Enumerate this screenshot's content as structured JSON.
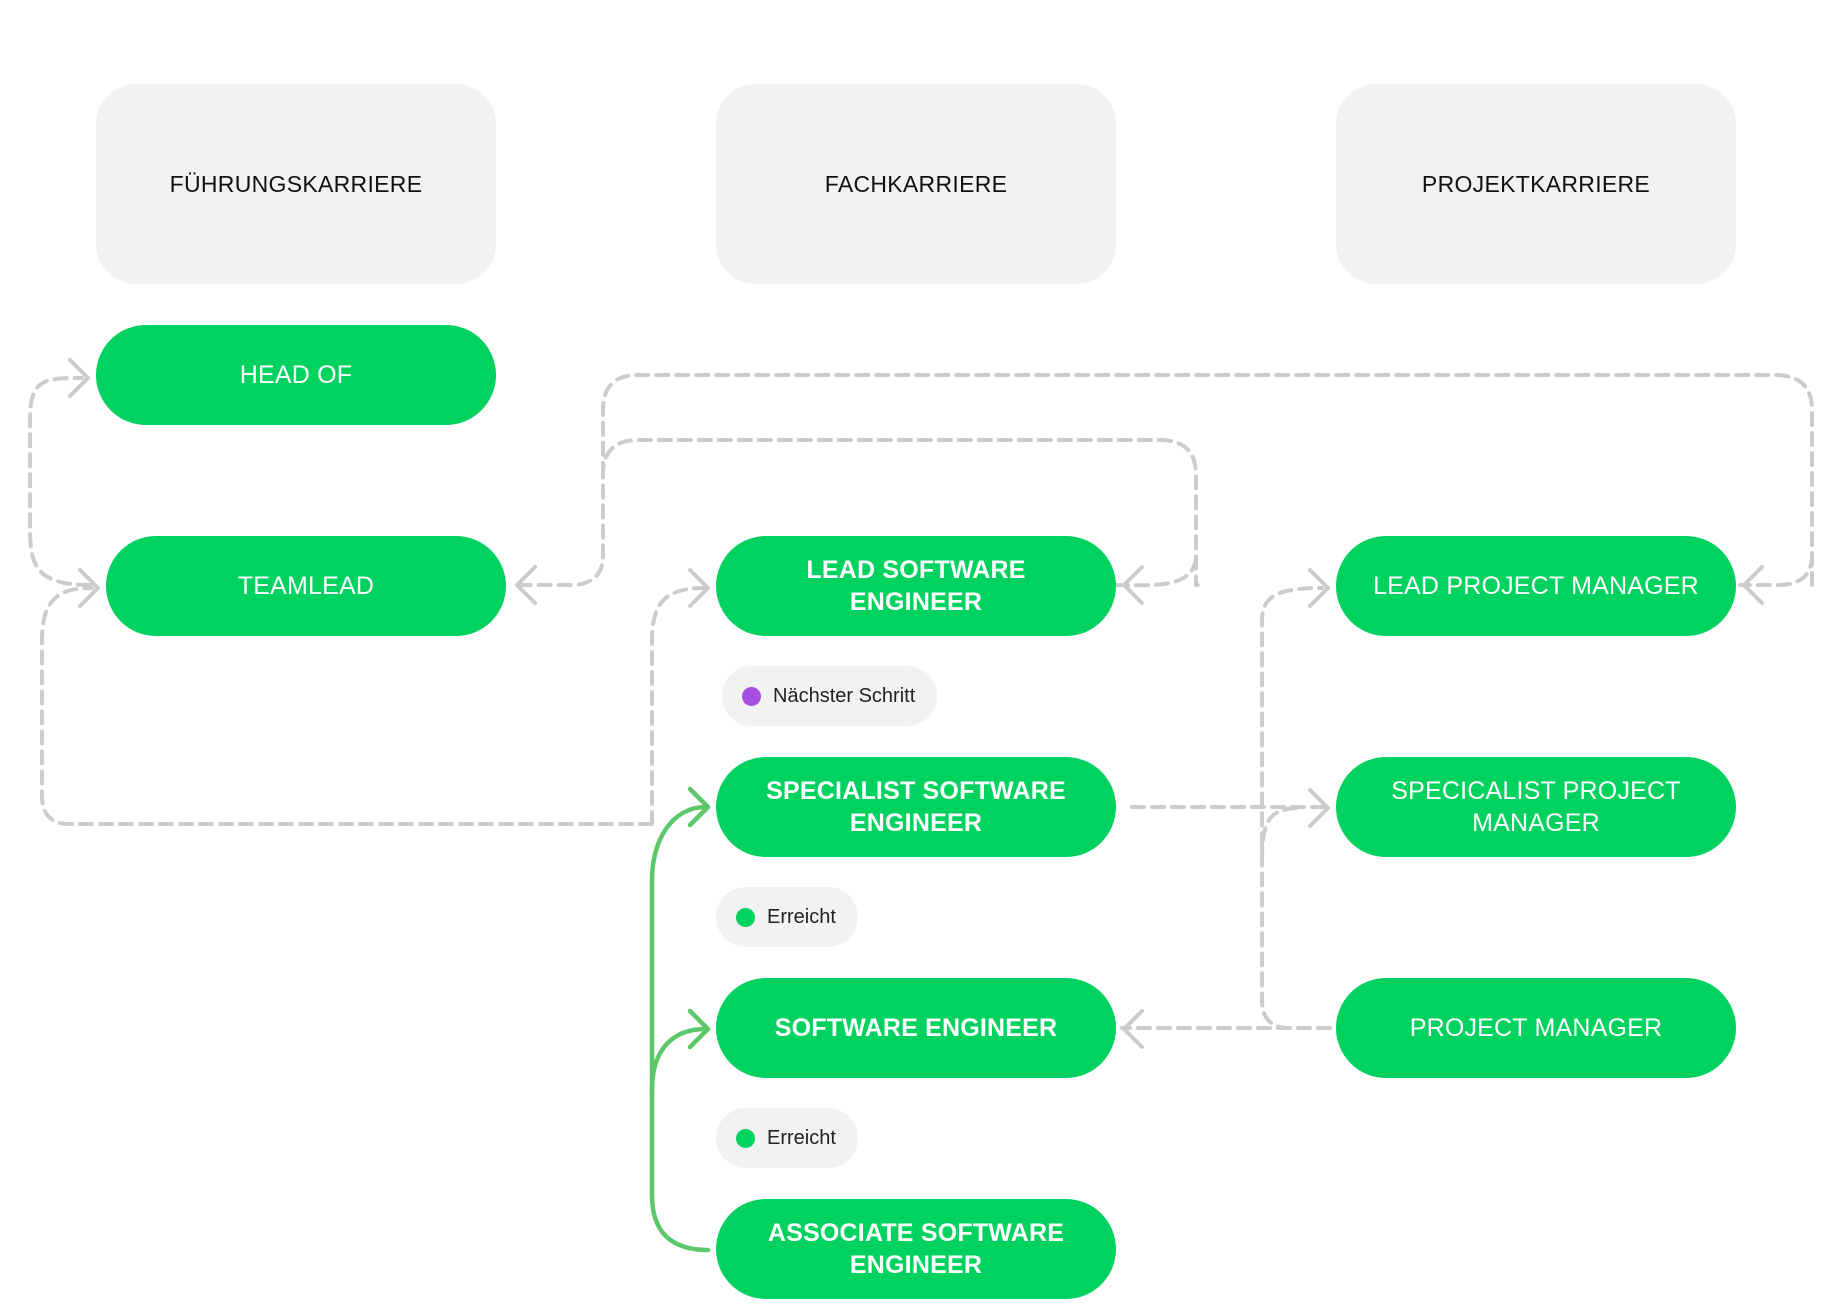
{
  "columns": {
    "fuehrung": "FÜHRUNGSKARRIERE",
    "fach": "FACHKARRIERE",
    "projekt": "PROJEKTKARRIERE"
  },
  "roles": {
    "head_of": "HEAD OF",
    "teamlead": "TEAMLEAD",
    "lead_software_engineer": "LEAD SOFTWARE ENGINEER",
    "specialist_software_engineer": "SPECIALIST SOFTWARE ENGINEER",
    "software_engineer": "SOFTWARE ENGINEER",
    "associate_software_engineer": "ASSOCIATE SOFTWARE ENGINEER",
    "lead_project_manager": "LEAD PROJECT MANAGER",
    "specialist_project_manager": "SPECICALIST PROJECT MANAGER",
    "project_manager": "PROJECT MANAGER"
  },
  "status": {
    "next_step": "Nächster Schritt",
    "reached_1": "Erreicht",
    "reached_2": "Erreicht"
  },
  "colors": {
    "node_green": "#00d25f",
    "achieved_path": "#5cc86b",
    "possible_path": "#cccccc",
    "next_step_dot": "#a64ee0",
    "reached_dot": "#00d25f",
    "header_bg": "#f2f2f2"
  }
}
